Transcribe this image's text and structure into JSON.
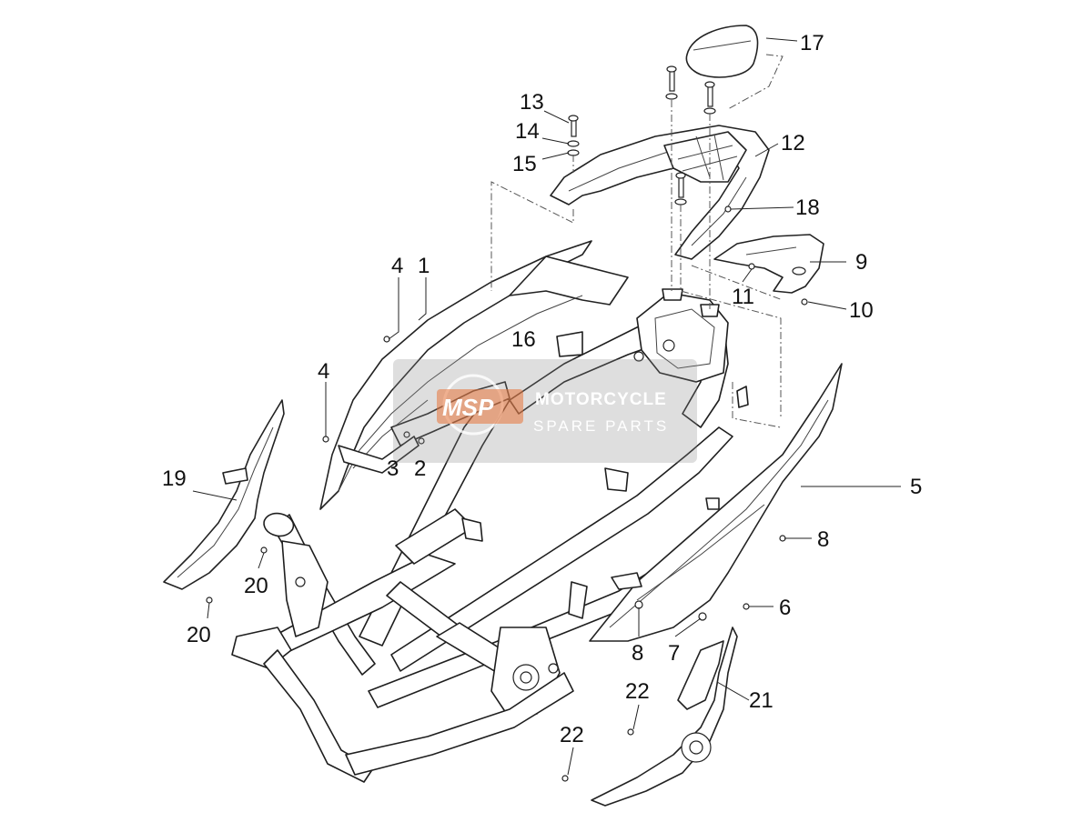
{
  "diagram": {
    "callouts": [
      "1",
      "2",
      "3",
      "4",
      "4",
      "5",
      "6",
      "7",
      "8",
      "8",
      "9",
      "10",
      "11",
      "12",
      "13",
      "14",
      "15",
      "16",
      "17",
      "18",
      "19",
      "20",
      "20",
      "21",
      "22",
      "22"
    ]
  },
  "watermark": {
    "logo": "MSP",
    "line1": "MOTORCYCLE",
    "line2": "SPARE PARTS",
    "box_color": "#8a8a8a",
    "logo_color": "#e8743b"
  }
}
